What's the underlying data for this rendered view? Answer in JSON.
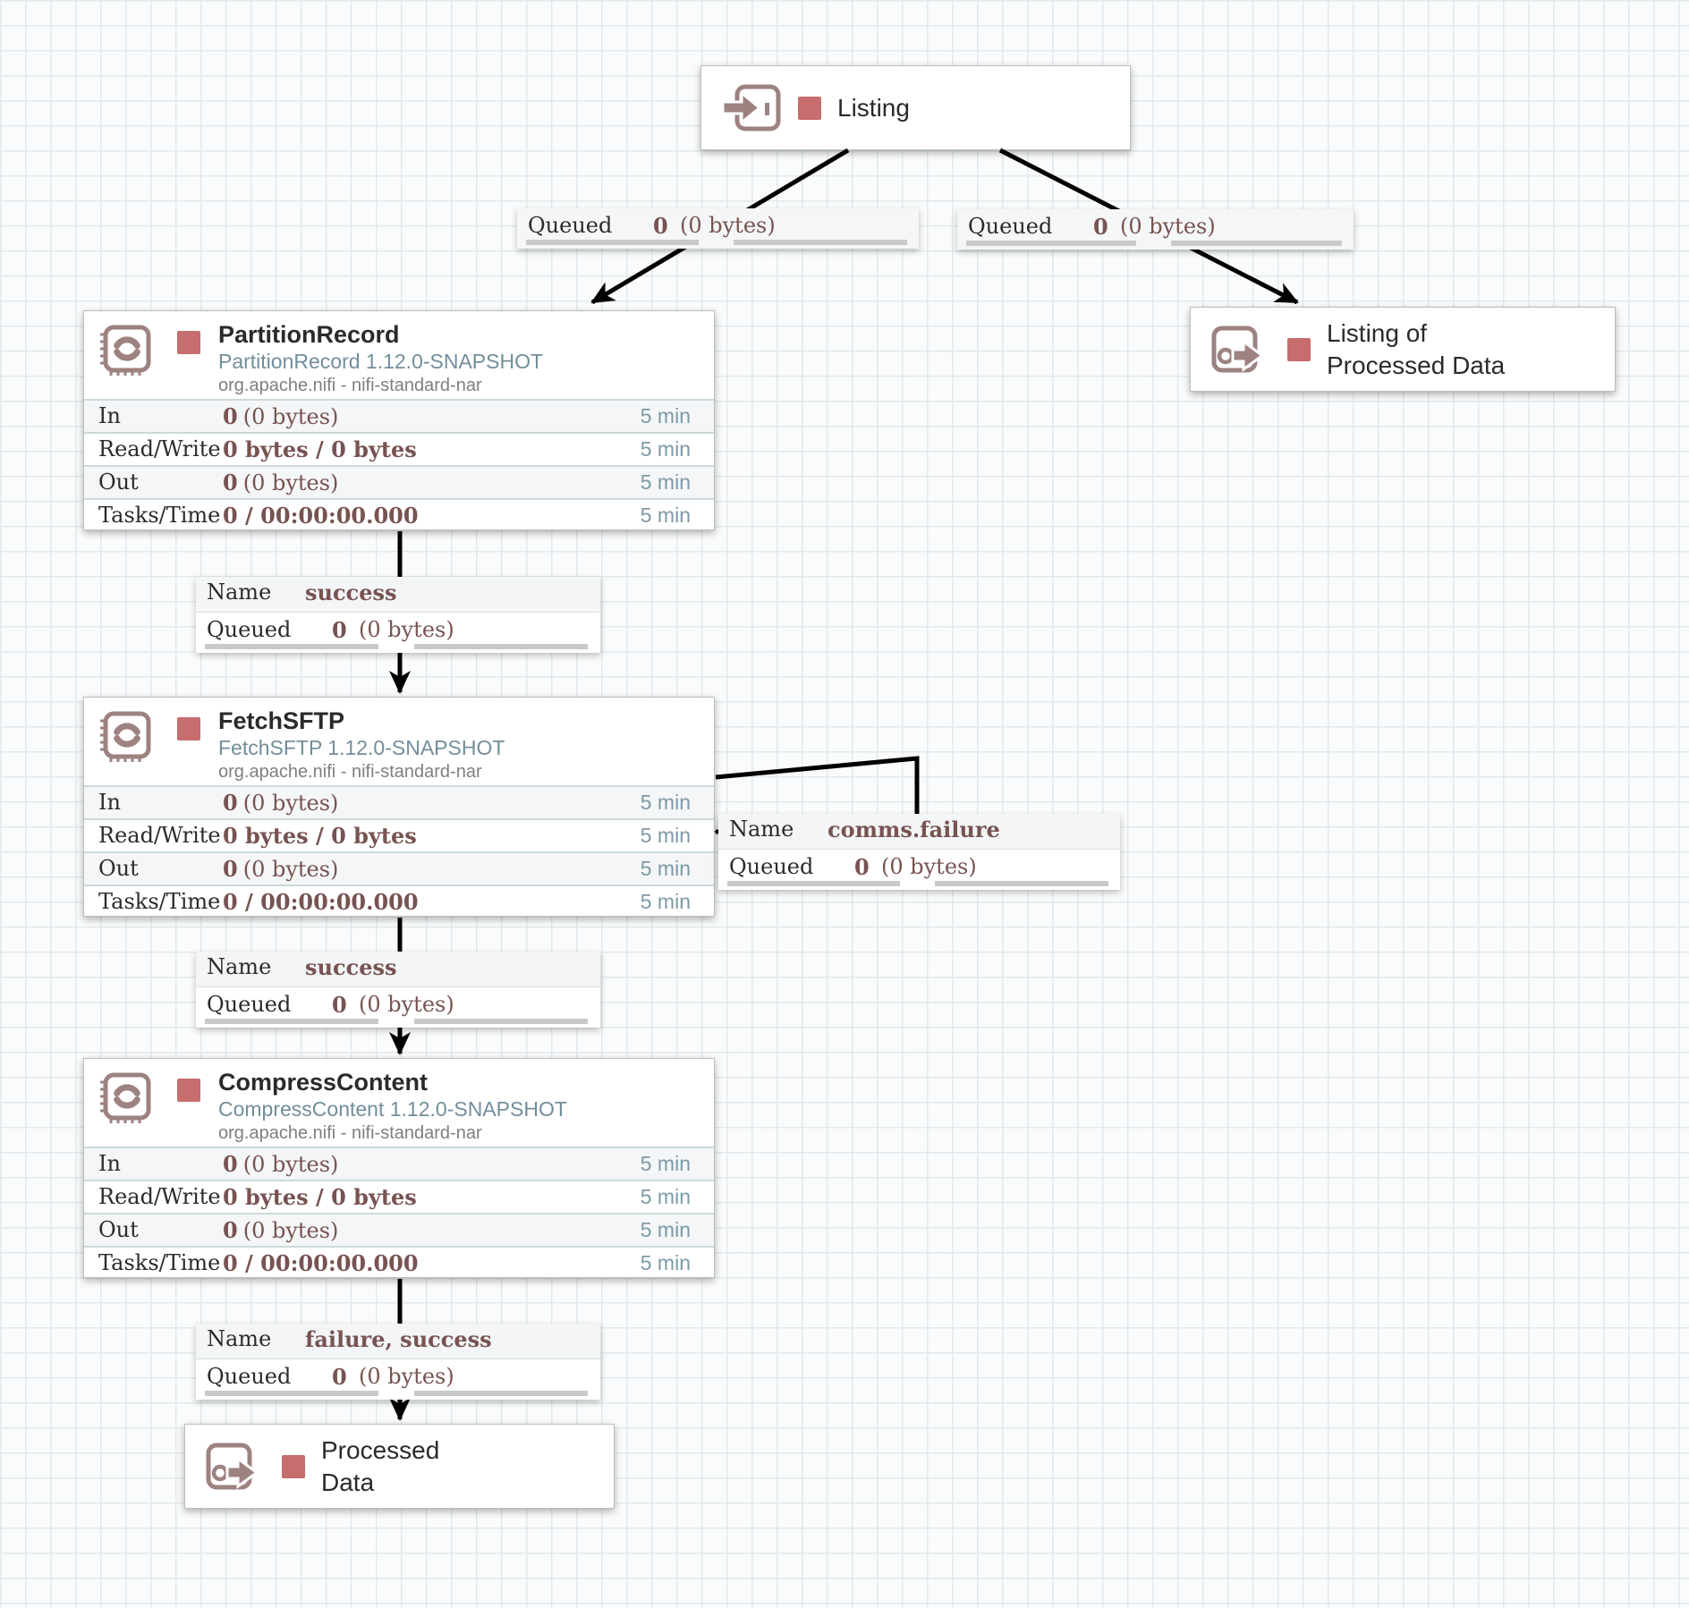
{
  "app": {
    "name": "NiFi flow canvas"
  },
  "colors": {
    "run_state_stopped": "#c76d6d",
    "icon_outline": "#9d8280",
    "version_text": "#728e9b",
    "stat_value": "#775351",
    "time_window": "#7d99a6",
    "connection_line": "#000000",
    "grid_line": "#e2e9eb"
  },
  "ports": [
    {
      "type": "input",
      "line1": "Listing",
      "line2": ""
    },
    {
      "type": "output",
      "line1": "Listing of",
      "line2": "Processed Data"
    },
    {
      "type": "output",
      "line1": "Processed",
      "line2": "Data"
    }
  ],
  "processors": [
    {
      "name": "PartitionRecord",
      "version": "PartitionRecord 1.12.0-SNAPSHOT",
      "bundle": "org.apache.nifi - nifi-standard-nar",
      "stats": [
        {
          "label": "In",
          "primary": "0",
          "secondary": "(0 bytes)",
          "window": "5 min"
        },
        {
          "label": "Read/Write",
          "primary": "0 bytes / 0 bytes",
          "secondary": "",
          "window": "5 min"
        },
        {
          "label": "Out",
          "primary": "0",
          "secondary": "(0 bytes)",
          "window": "5 min"
        },
        {
          "label": "Tasks/Time",
          "primary": "0 / 00:00:00.000",
          "secondary": "",
          "window": "5 min"
        }
      ]
    },
    {
      "name": "FetchSFTP",
      "version": "FetchSFTP 1.12.0-SNAPSHOT",
      "bundle": "org.apache.nifi - nifi-standard-nar",
      "stats": [
        {
          "label": "In",
          "primary": "0",
          "secondary": "(0 bytes)",
          "window": "5 min"
        },
        {
          "label": "Read/Write",
          "primary": "0 bytes / 0 bytes",
          "secondary": "",
          "window": "5 min"
        },
        {
          "label": "Out",
          "primary": "0",
          "secondary": "(0 bytes)",
          "window": "5 min"
        },
        {
          "label": "Tasks/Time",
          "primary": "0 / 00:00:00.000",
          "secondary": "",
          "window": "5 min"
        }
      ]
    },
    {
      "name": "CompressContent",
      "version": "CompressContent 1.12.0-SNAPSHOT",
      "bundle": "org.apache.nifi - nifi-standard-nar",
      "stats": [
        {
          "label": "In",
          "primary": "0",
          "secondary": "(0 bytes)",
          "window": "5 min"
        },
        {
          "label": "Read/Write",
          "primary": "0 bytes / 0 bytes",
          "secondary": "",
          "window": "5 min"
        },
        {
          "label": "Out",
          "primary": "0",
          "secondary": "(0 bytes)",
          "window": "5 min"
        },
        {
          "label": "Tasks/Time",
          "primary": "0 / 00:00:00.000",
          "secondary": "",
          "window": "5 min"
        }
      ]
    }
  ],
  "connections": [
    {
      "queued_label": "Queued",
      "count": "0",
      "size": "(0 bytes)"
    },
    {
      "queued_label": "Queued",
      "count": "0",
      "size": "(0 bytes)"
    },
    {
      "name_label": "Name",
      "name": "success",
      "queued_label": "Queued",
      "count": "0",
      "size": "(0 bytes)"
    },
    {
      "name_label": "Name",
      "name": "comms.failure",
      "queued_label": "Queued",
      "count": "0",
      "size": "(0 bytes)"
    },
    {
      "name_label": "Name",
      "name": "success",
      "queued_label": "Queued",
      "count": "0",
      "size": "(0 bytes)"
    },
    {
      "name_label": "Name",
      "name": "failure, success",
      "queued_label": "Queued",
      "count": "0",
      "size": "(0 bytes)"
    }
  ]
}
